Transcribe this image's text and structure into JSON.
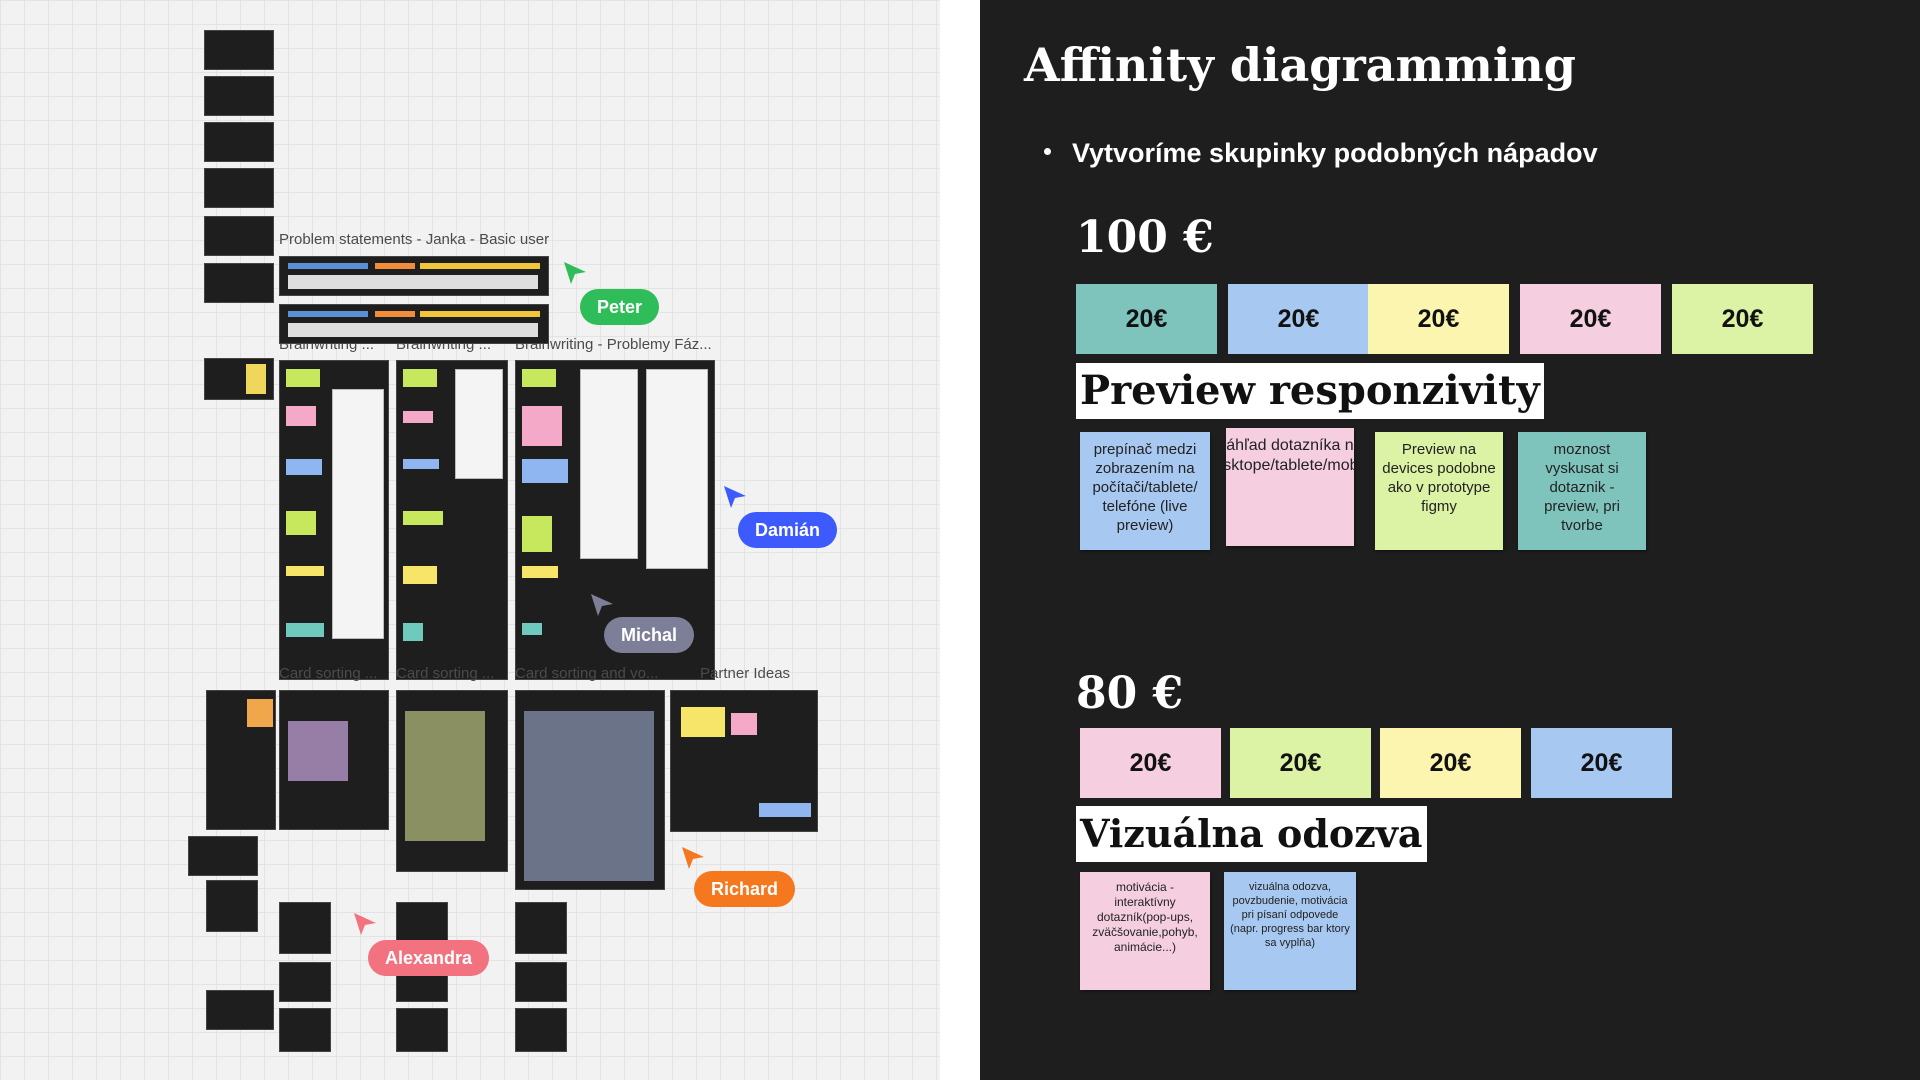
{
  "canvas": {
    "labels": {
      "problem_statements": "Problem statements - Janka - Basic user",
      "brainwriting_1": "Brainwriting ...",
      "brainwriting_2": "Brainwriting ...",
      "brainwriting_3": "Brainwriting - Problemy Fáz...",
      "card_sorting_1": "Card sorting ...",
      "card_sorting_2": "Card sorting ...",
      "card_sorting_3": "Card sorting and vo...",
      "partner_ideas": "Partner Ideas"
    },
    "cursors": [
      {
        "name": "Peter",
        "color": "#2ebd59"
      },
      {
        "name": "Damián",
        "color": "#3d5afe"
      },
      {
        "name": "Michal",
        "color": "#7c7f97"
      },
      {
        "name": "Richard",
        "color": "#f5781f"
      },
      {
        "name": "Alexandra",
        "color": "#f2727f"
      }
    ]
  },
  "slide": {
    "title": "Affinity diagramming",
    "bullet": "Vytvoríme skupinky podobných nápadov",
    "groups": [
      {
        "price": "100 €",
        "money": [
          {
            "label": "20€",
            "color": "#7ec4bd"
          },
          {
            "label": "20€",
            "color": "#a7c8f0"
          },
          {
            "label": "20€",
            "color": "#fbf5b0"
          },
          {
            "label": "20€",
            "color": "#f5cfdf"
          },
          {
            "label": "20€",
            "color": "#dcf2a4"
          }
        ],
        "heading": "Preview responzivity",
        "notes": [
          {
            "text": "prepínač medzi zobrazením na počítači/tablete/ telefóne (live preview)",
            "color": "#a7c8f0"
          },
          {
            "text": "náhľad dotazníka na desktope/tablete/mobile",
            "color": "#f5cfdf"
          },
          {
            "text": "Preview na devices podobne ako v prototype figmy",
            "color": "#dcf2a4"
          },
          {
            "text": "moznost vyskusat si dotaznik - preview, pri tvorbe",
            "color": "#7ec4bd"
          }
        ]
      },
      {
        "price": "80 €",
        "money": [
          {
            "label": "20€",
            "color": "#f5cfdf"
          },
          {
            "label": "20€",
            "color": "#dcf2a4"
          },
          {
            "label": "20€",
            "color": "#fbf5b0"
          },
          {
            "label": "20€",
            "color": "#a7c8f0"
          }
        ],
        "heading": "Vizuálna odozva",
        "notes": [
          {
            "text": "motivácia - interaktívny dotazník(pop-ups, zväčšovanie,pohyb, animácie...)",
            "color": "#f5cfdf"
          },
          {
            "text": "vizuálna odozva, povzbudenie, motivácia pri písaní odpovede (napr. progress bar ktory sa vyplňa)",
            "color": "#a7c8f0"
          }
        ]
      }
    ]
  }
}
